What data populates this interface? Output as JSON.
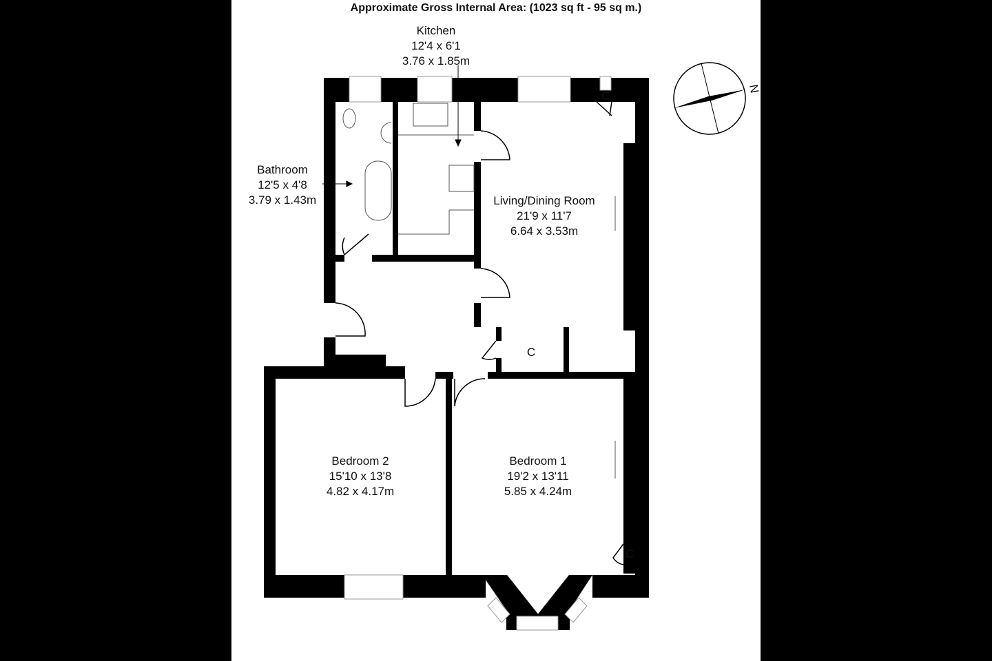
{
  "title": "Approximate Gross Internal Area: (1023 sq ft - 95 sq m.)",
  "rooms": [
    {
      "name": "Kitchen",
      "imperial": "12'4 x 6'1",
      "metric": "3.76 x 1.85m"
    },
    {
      "name": "Bathroom",
      "imperial": "12'5 x 4'8",
      "metric": "3.79 x 1.43m"
    },
    {
      "name": "Living/Dining Room",
      "imperial": "21'9 x 11'7",
      "metric": "6.64 x 3.53m"
    },
    {
      "name": "Bedroom 2",
      "imperial": "15'10 x 13'8",
      "metric": "4.82 x 4.17m"
    },
    {
      "name": "Bedroom 1",
      "imperial": "19'2 x 13'11",
      "metric": "5.85 x 4.24m"
    }
  ],
  "cupboard_label": "C",
  "compass": {
    "label": "N",
    "icon": "compass-icon"
  }
}
